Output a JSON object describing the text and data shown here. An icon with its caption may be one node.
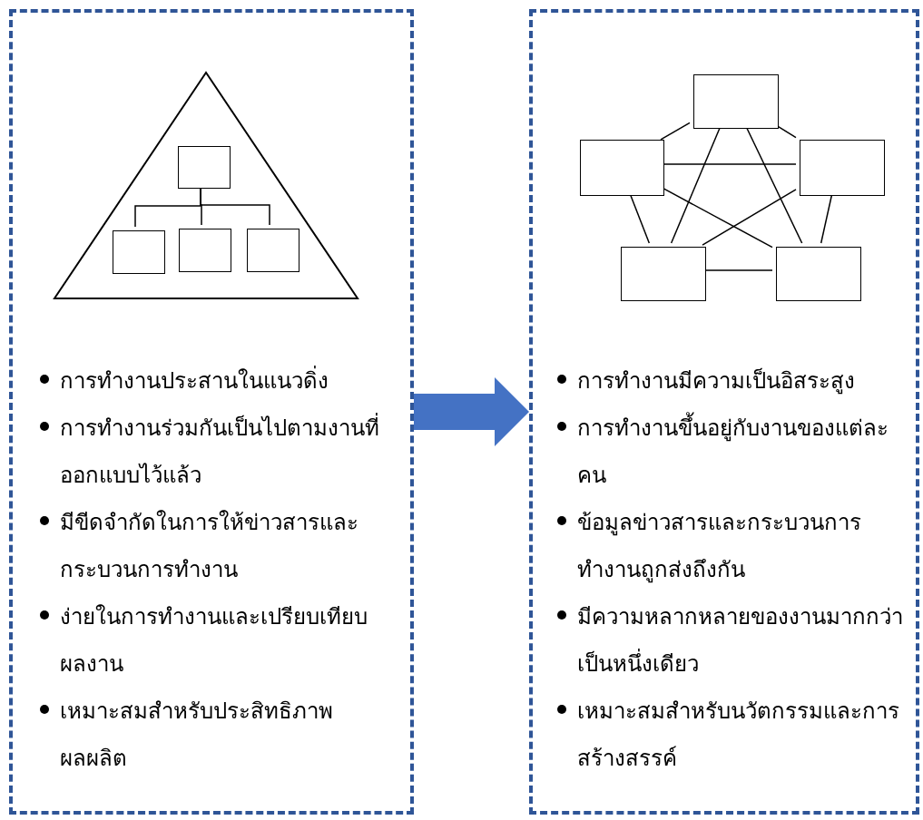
{
  "diagram": {
    "nodes": [
      {
        "text": [
          "การทำงานประสานในแนวดิ่ง",
          "การทำงานร่วมกันเป็นไปตามงานที่ออกแบบไว้แล้ว",
          "มีขีดจำกัดในการให้ข่าวสารและกระบวนการทำงาน",
          "ง่ายในการทำงานและเปรียบเทียบผลงาน",
          "เหมาะสมสำหรับประสิทธิภาพผลผลิต"
        ]
      },
      {
        "text": [
          "การทำงานมีความเป็นอิสระสูง",
          "การทำงานขึ้นอยู่กับงานของแต่ละคน",
          "ข้อมูลข่าวสารและกระบวนการทำงานถูกส่งถึงกัน",
          "มีความหลากหลายของงานมากกว่าเป็นหนึ่งเดียว",
          "เหมาะสมสำหรับนวัตกรรมและการสร้างสรรค์"
        ]
      },
      {
        "text": [],
        "shape": "triangle",
        "in": 0
      },
      {
        "text": [],
        "shape": "box",
        "in": 2
      },
      {
        "text": [],
        "shape": "box",
        "in": 2
      },
      {
        "text": [],
        "shape": "box",
        "in": 2
      },
      {
        "text": [],
        "shape": "box",
        "in": 2
      },
      {
        "text": [],
        "shape": "box",
        "in": 1
      },
      {
        "text": [],
        "shape": "box",
        "in": 1
      },
      {
        "text": [],
        "shape": "box",
        "in": 1
      },
      {
        "text": [],
        "shape": "box",
        "in": 1
      },
      {
        "text": [],
        "shape": "box",
        "in": 1
      }
    ],
    "edges": [
      {
        "from": 0,
        "to": 1,
        "arrow": "to",
        "style": "thick",
        "color": "#4472c4"
      },
      {
        "from": 3,
        "to": 4,
        "arrow": "none"
      },
      {
        "from": 3,
        "to": 5,
        "arrow": "none"
      },
      {
        "from": 3,
        "to": 6,
        "arrow": "none"
      },
      {
        "from": 7,
        "to": 8,
        "arrow": "none"
      },
      {
        "from": 7,
        "to": 9,
        "arrow": "none"
      },
      {
        "from": 8,
        "to": 10,
        "arrow": "none"
      },
      {
        "from": 9,
        "to": 11,
        "arrow": "none"
      },
      {
        "from": 10,
        "to": 11,
        "arrow": "none"
      },
      {
        "from": 7,
        "to": 10,
        "arrow": "none"
      },
      {
        "from": 7,
        "to": 11,
        "arrow": "none"
      },
      {
        "from": 8,
        "to": 9,
        "arrow": "none"
      },
      {
        "from": 8,
        "to": 11,
        "arrow": "none"
      },
      {
        "from": 9,
        "to": 10,
        "arrow": "none"
      }
    ]
  }
}
